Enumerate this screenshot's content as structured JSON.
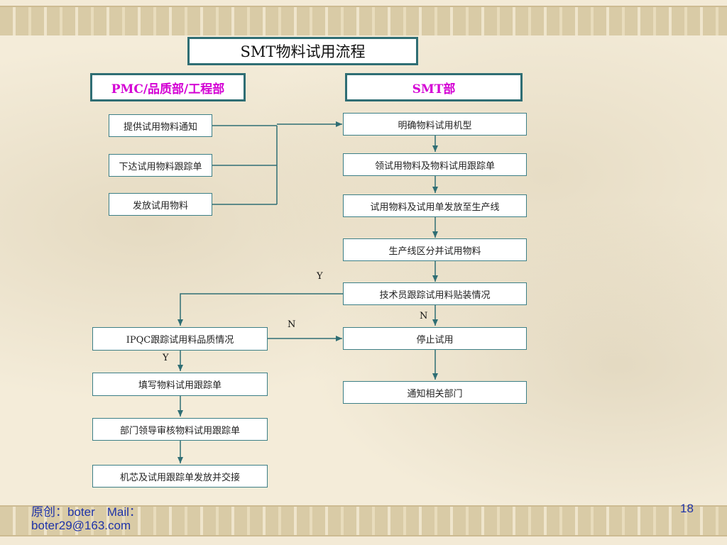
{
  "title": "SMT物料试用流程",
  "headers": {
    "left": "PMC/品质部/工程部",
    "right": "SMT部"
  },
  "left_steps": {
    "notify": "提供试用物料通知",
    "issue_sheet": "下达试用物料跟踪单",
    "release": "发放试用物料"
  },
  "right_steps": {
    "confirm_model": "明确物料试用机型",
    "collect": "领试用物料及物料试用跟踪单",
    "dispatch": "试用物料及试用单发放至生产线",
    "separate": "生产线区分并试用物料",
    "track_mount": "技术员跟踪试用料贴装情况",
    "stop": "停止试用",
    "notify_depts": "通知相关部门"
  },
  "quality_steps": {
    "ipqc": "IPQC跟踪试用料品质情况",
    "fill_sheet": "填写物料试用跟踪单",
    "review": "部门领导审核物料试用跟踪单",
    "handover": "机芯及试用跟踪单发放并交接"
  },
  "labels": {
    "y1": "Y",
    "n1": "N",
    "n2": "N",
    "y2": "Y"
  },
  "footer": {
    "line1": "原创：boter　Mail：",
    "line2": "boter29@163.com",
    "page": "18"
  }
}
